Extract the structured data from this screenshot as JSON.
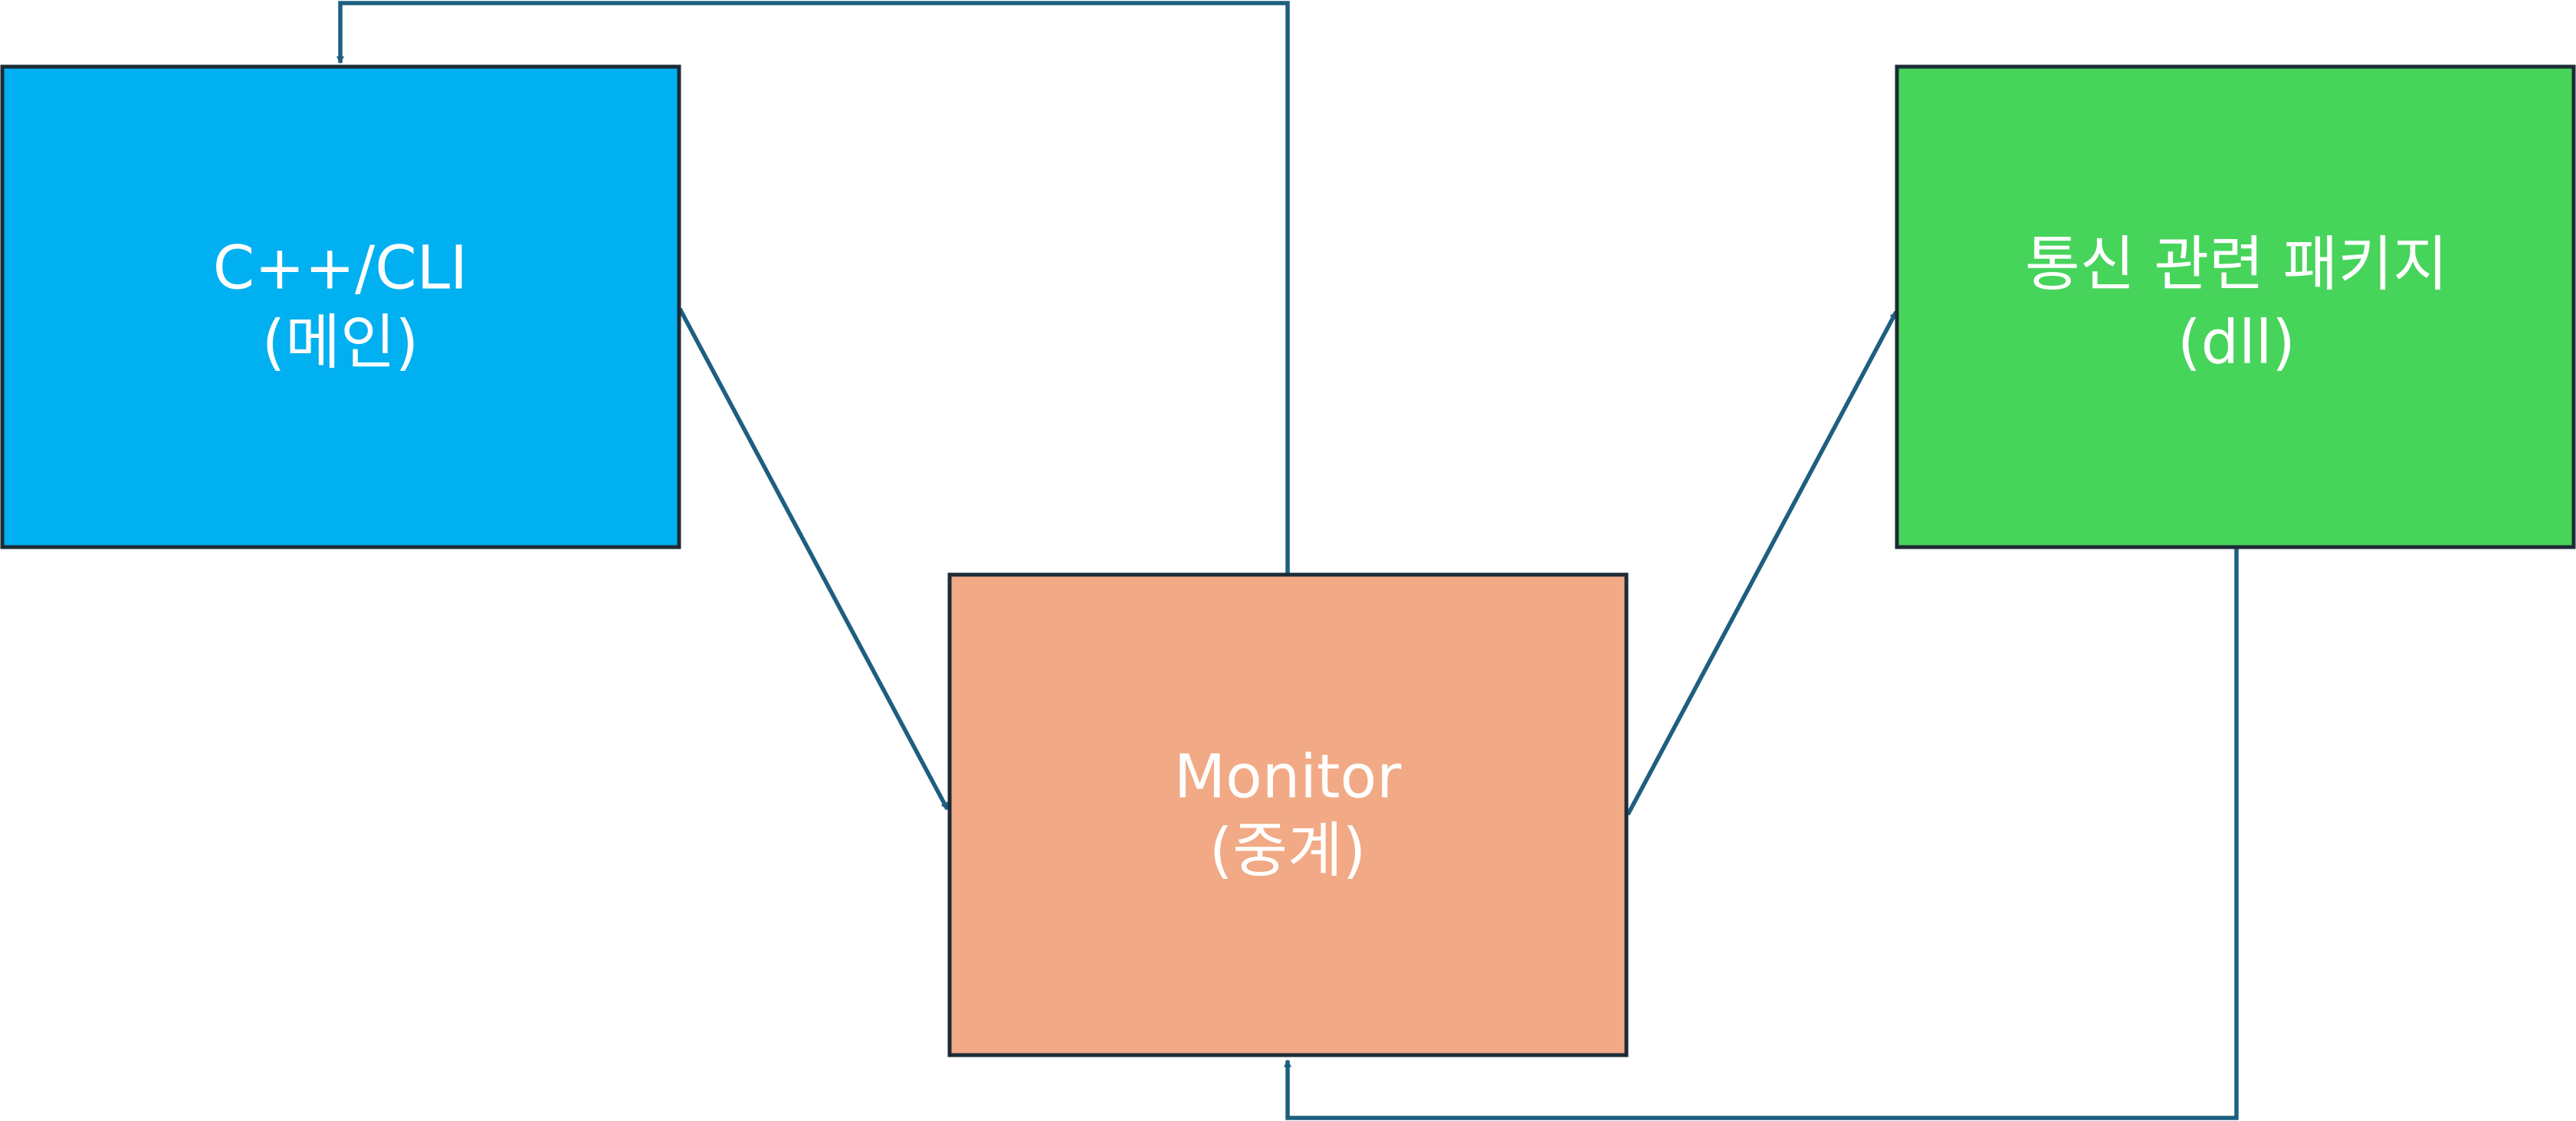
{
  "diagram": {
    "nodes": {
      "main": {
        "line1": "C++/CLI",
        "line2": "(메인)",
        "fill": "#00b0f0"
      },
      "monitor": {
        "line1": "Monitor",
        "line2": "(중계)",
        "fill": "#f1aa85"
      },
      "comm": {
        "line1": "통신 관련 패키지",
        "line2": "(dll)",
        "fill": "#47d45b"
      }
    },
    "edges": [
      {
        "from": "main",
        "to": "monitor"
      },
      {
        "from": "monitor",
        "to": "comm"
      },
      {
        "from": "comm",
        "to": "monitor"
      },
      {
        "from": "monitor",
        "to": "main"
      }
    ],
    "colors": {
      "connector": "#1d5f80",
      "border": "#1c2b36",
      "text": "#ffffff"
    }
  }
}
